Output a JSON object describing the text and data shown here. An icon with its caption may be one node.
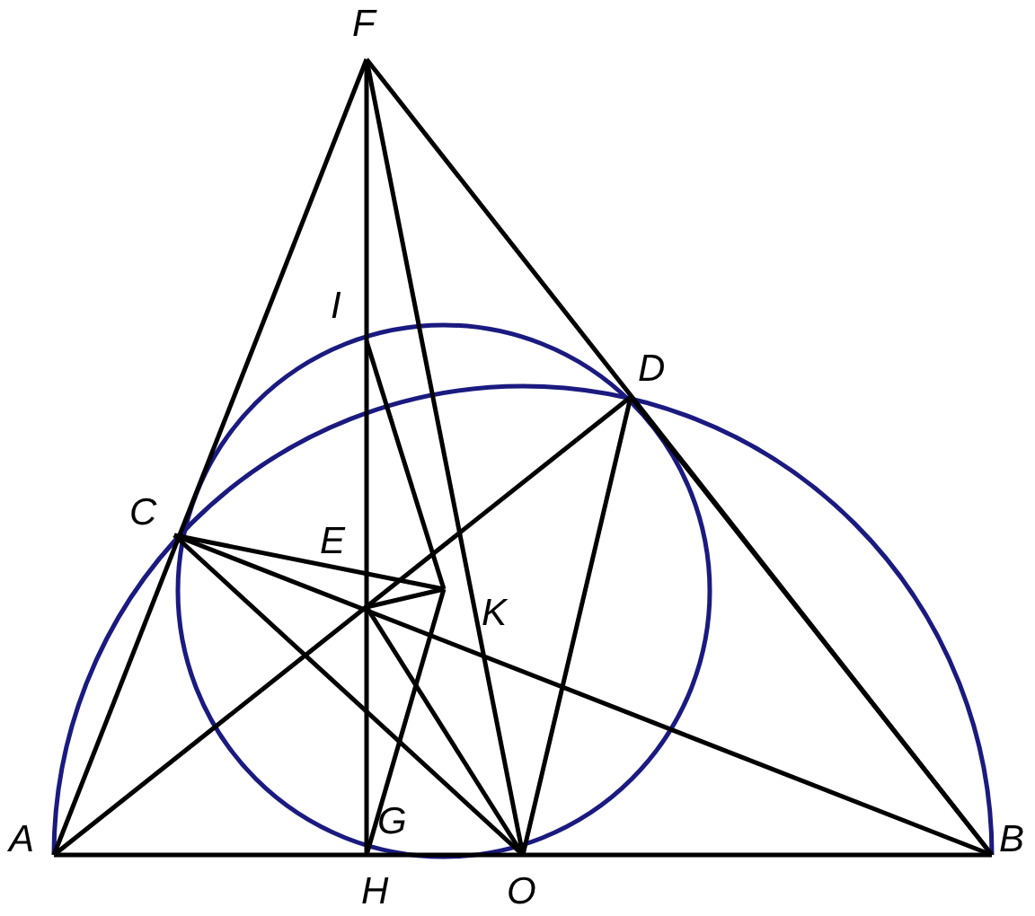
{
  "diagram": {
    "labels": [
      "F",
      "I",
      "D",
      "C",
      "E",
      "K",
      "A",
      "G",
      "B",
      "H",
      "O"
    ]
  }
}
